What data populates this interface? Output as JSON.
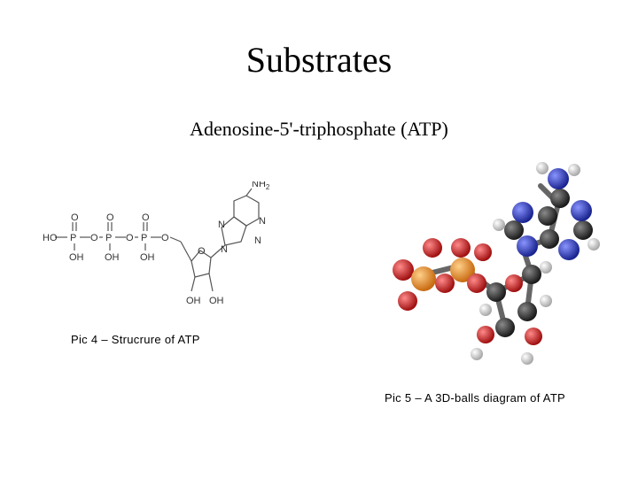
{
  "slide": {
    "title": "Substrates",
    "subtitle": "Adenosine-5'-triphosphate (ATP)",
    "caption_structure": "Pic 4 – Strucrure of ATP",
    "caption_balls": "Pic 5 – A 3D-balls diagram of ATP"
  },
  "structure_labels": {
    "ho": "HO",
    "p": "P",
    "o": "O",
    "oh": "OH",
    "n": "N",
    "nh2": "NH"
  },
  "colors": {
    "phosphorus": "#e8841a",
    "oxygen": "#d42020",
    "nitrogen": "#2a38c8",
    "carbon": "#3a3a3a",
    "hydrogen": "#e8e8e8"
  }
}
